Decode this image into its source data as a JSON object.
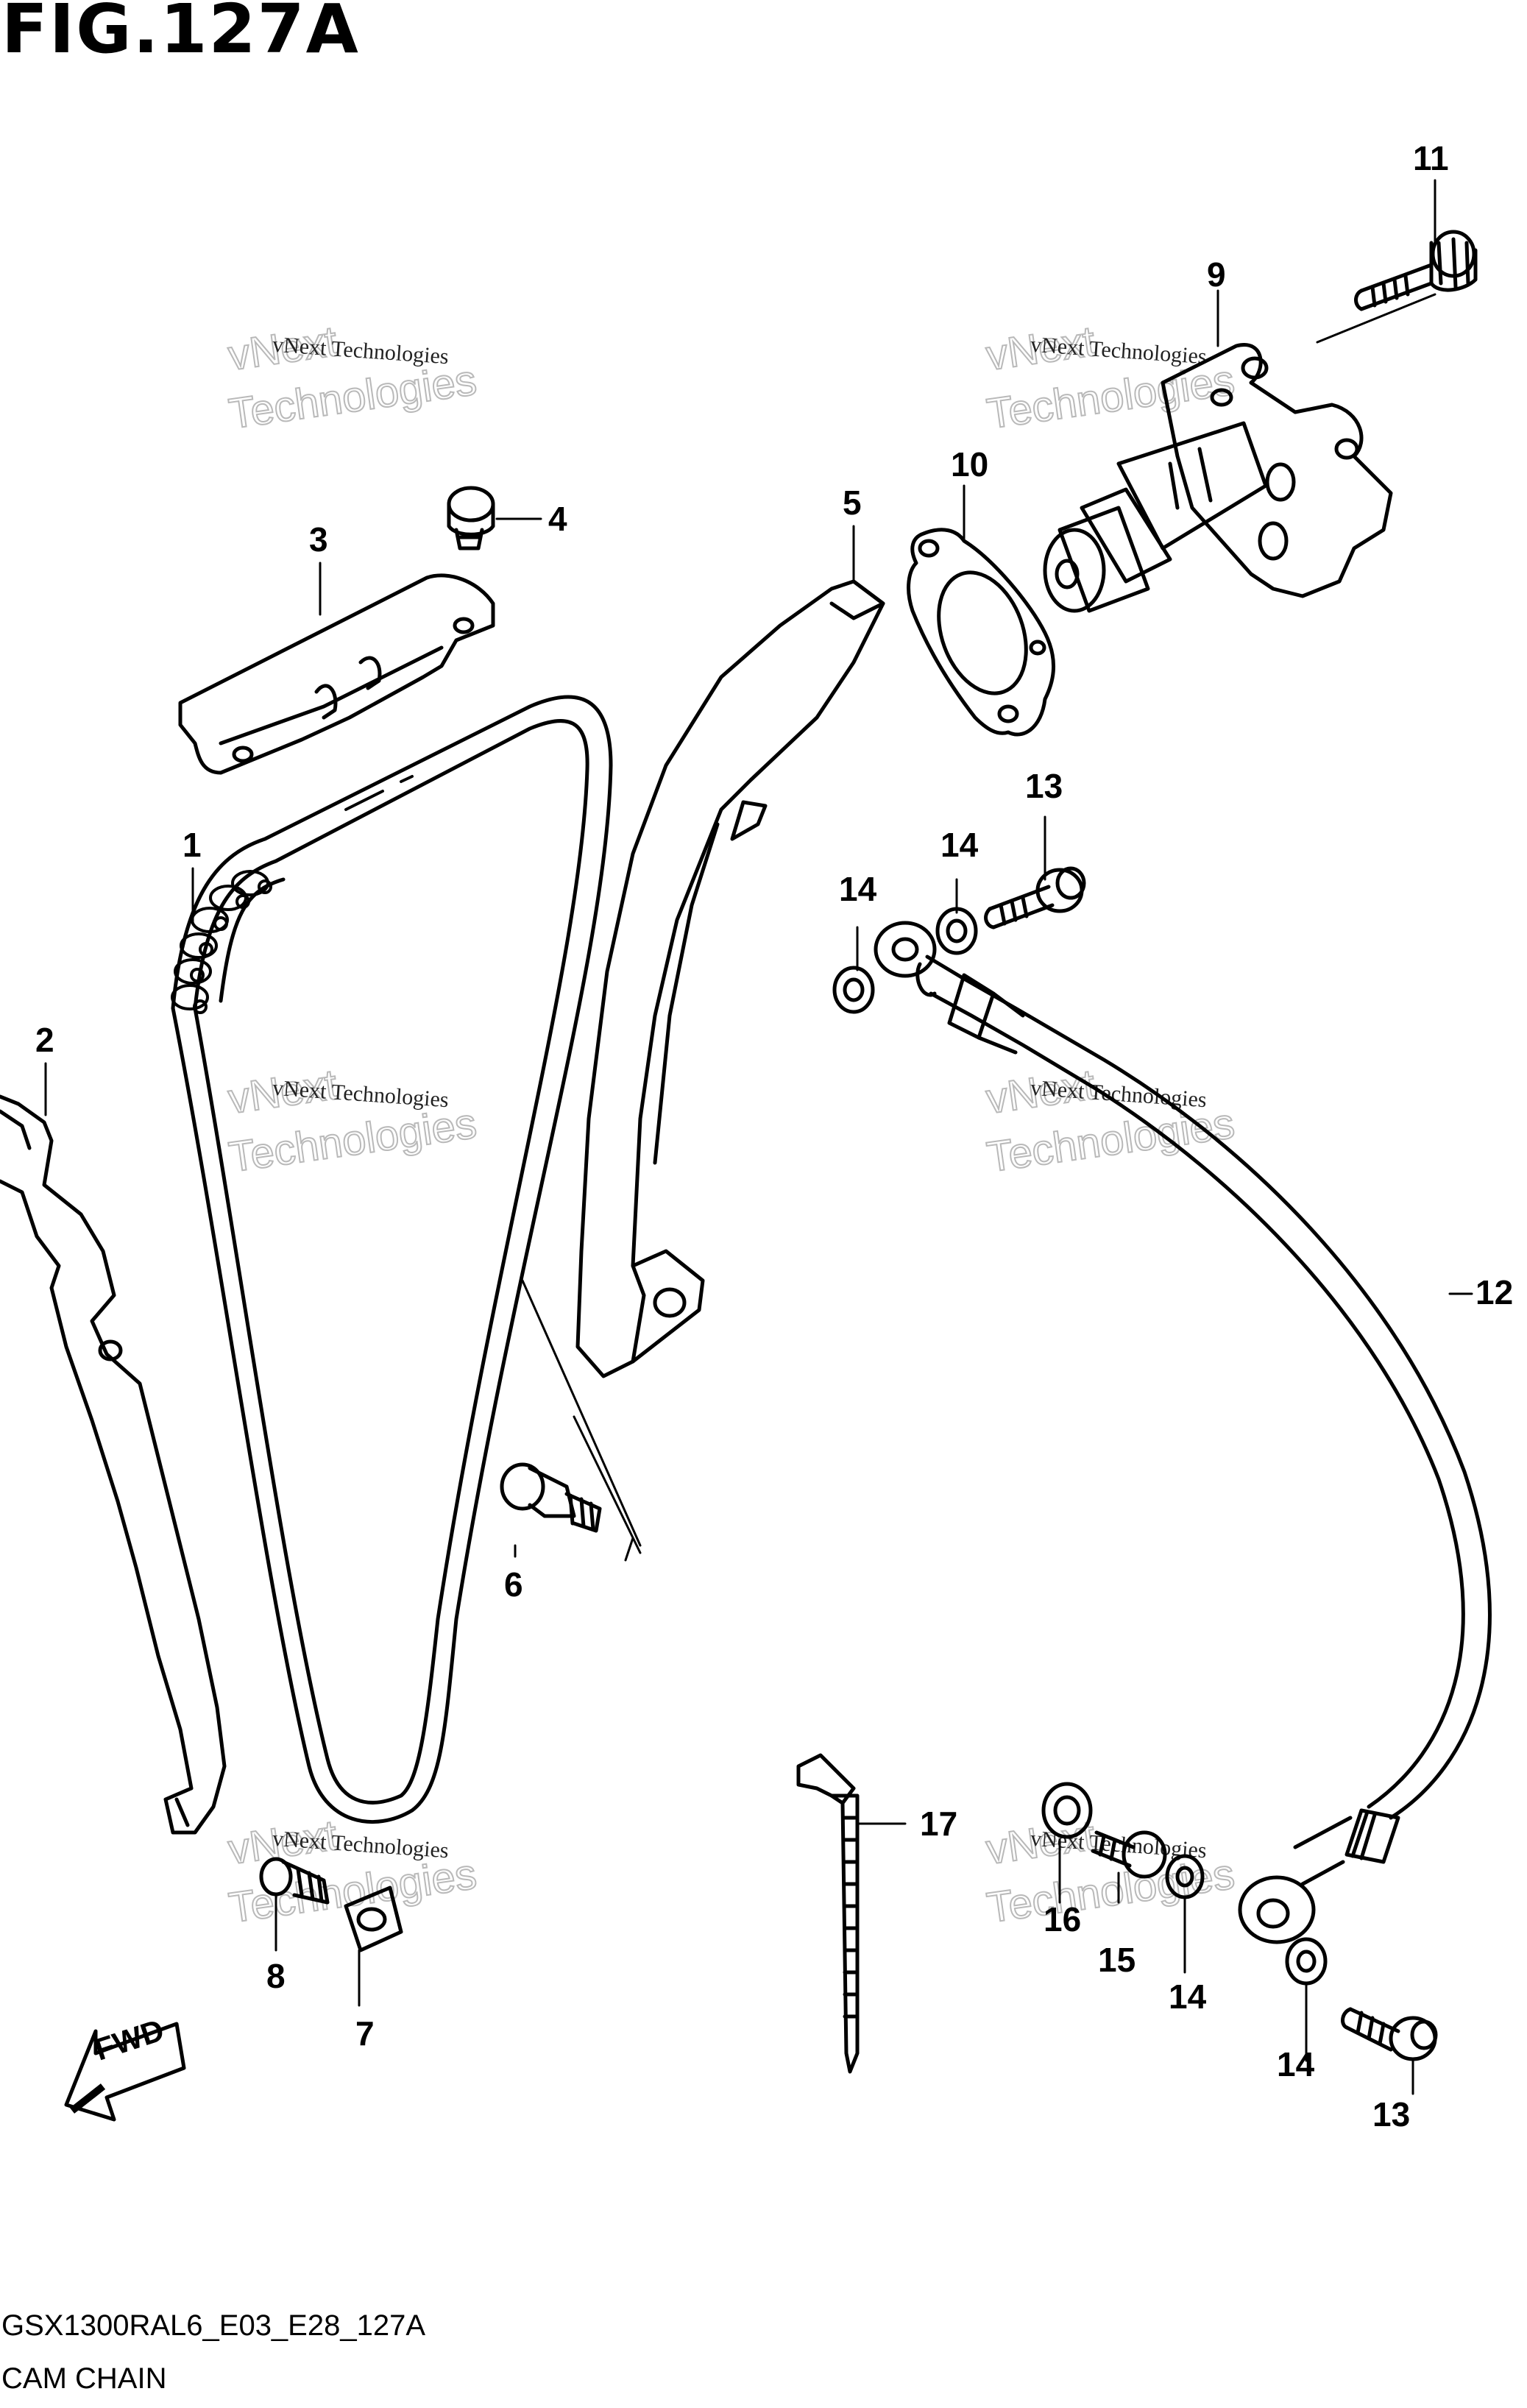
{
  "figure": {
    "title": "FIG.127A",
    "code": "GSX1300RAL6_E03_E28_127A",
    "name": "CAM CHAIN"
  },
  "direction_indicator": {
    "label": "FWD",
    "icon": "fwd-arrow-icon"
  },
  "watermark": {
    "small": "vNext Technologies",
    "big_line1": "vNext",
    "big_line2": "Technologies"
  },
  "callouts": [
    {
      "id": "1",
      "text": "1"
    },
    {
      "id": "2",
      "text": "2"
    },
    {
      "id": "3",
      "text": "3"
    },
    {
      "id": "4",
      "text": "4"
    },
    {
      "id": "5",
      "text": "5"
    },
    {
      "id": "6",
      "text": "6"
    },
    {
      "id": "7",
      "text": "7"
    },
    {
      "id": "8",
      "text": "8"
    },
    {
      "id": "9",
      "text": "9"
    },
    {
      "id": "10",
      "text": "10"
    },
    {
      "id": "11",
      "text": "11"
    },
    {
      "id": "12",
      "text": "12"
    },
    {
      "id": "13a",
      "text": "13"
    },
    {
      "id": "13b",
      "text": "13"
    },
    {
      "id": "14a",
      "text": "14"
    },
    {
      "id": "14b",
      "text": "14"
    },
    {
      "id": "14c",
      "text": "14"
    },
    {
      "id": "14d",
      "text": "14"
    },
    {
      "id": "15",
      "text": "15"
    },
    {
      "id": "16",
      "text": "16"
    },
    {
      "id": "17",
      "text": "17"
    }
  ],
  "colors": {
    "line": "#000000",
    "watermark": "#b9b9b9",
    "background": "#ffffff"
  }
}
